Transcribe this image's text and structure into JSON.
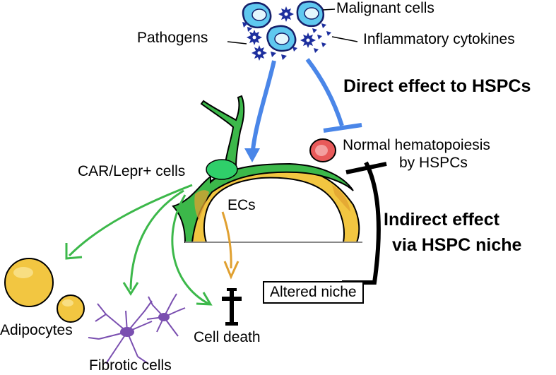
{
  "labels": {
    "malignant_cells": "Malignant cells",
    "pathogens": "Pathogens",
    "inflammatory_cytokines": "Inflammatory cytokines",
    "direct_effect": "Direct effect to HSPCs",
    "normal_hematopoiesis_line1": "Normal hematopoiesis",
    "normal_hematopoiesis_line2": "by HSPCs",
    "car_lepr_cells": "CAR/Lepr+ cells",
    "ecs": "ECs",
    "indirect_effect_line1": "Indirect effect",
    "indirect_effect_line2": "via HSPC niche",
    "altered_niche": "Altered niche",
    "adipocytes": "Adipocytes",
    "cell_death": "Cell death",
    "fibrotic_cells": "Fibrotic cells"
  },
  "colors": {
    "blue_arrow": "#4a86e8",
    "green": "#3cb84a",
    "cell_green": "#2fcf6a",
    "yellow": "#f2c641",
    "orange_arrow": "#e0a030",
    "red_cell": "#e85a5a",
    "purple": "#7a4fb0",
    "navy": "#1d2f9e",
    "light_blue_cell": "#5fc8ef"
  }
}
